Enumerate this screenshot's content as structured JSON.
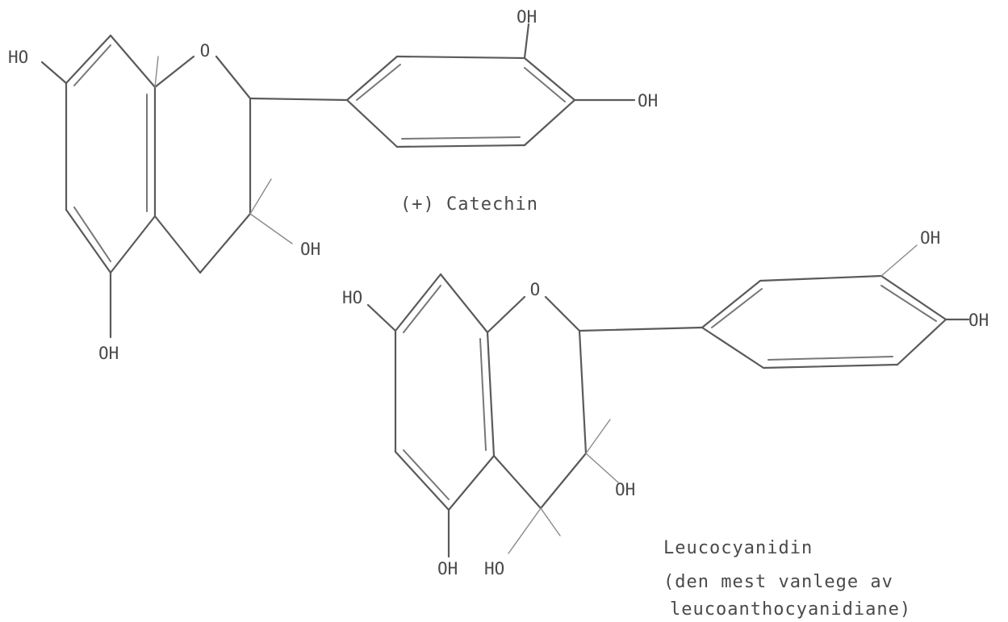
{
  "catechin": {
    "name": "(+) Catechin",
    "ring_oxygen": "O",
    "substituents": [
      "HO",
      "OH",
      "OH",
      "OH",
      "OH"
    ]
  },
  "leucocyanidin": {
    "name": "Leucocyanidin",
    "note_line1": "(den mest vanlege av",
    "note_line2": "leucoanthocyanidiane)",
    "ring_oxygen": "O",
    "substituents": [
      "HO",
      "OH",
      "OH",
      "OH",
      "OH",
      "HO"
    ]
  }
}
